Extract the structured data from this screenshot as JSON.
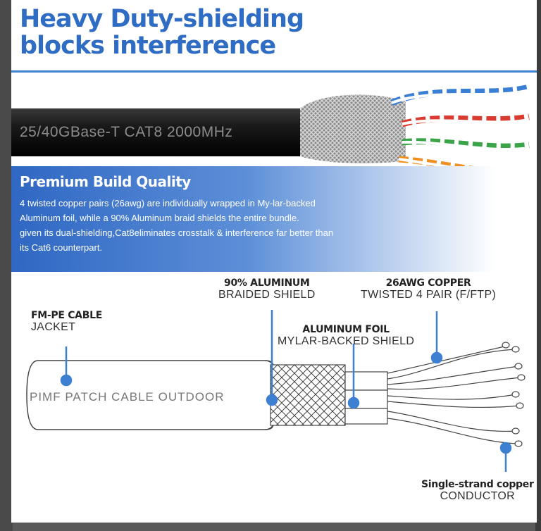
{
  "headline": {
    "line1": "Heavy Duty-shielding",
    "line2": "blocks  interference"
  },
  "cable_print": "25/40GBase-T  CAT8  2000MHz",
  "quality": {
    "title": "Premium Build Quality",
    "para1": "4 twisted copper pairs (26awg) are individually wrapped in My-lar-backed Aluminum foil, while a 90% Aluminum braid shields the entire bundle.",
    "para2": "given its dual-shielding,Cat8eliminates crosstalk & interference far better than its Cat6 counterpart."
  },
  "labels": {
    "jacket_bold": "FM-PE CABLE",
    "jacket": "JACKET",
    "braid_bold": "90% ALUMINUM",
    "braid": "BRAIDED SHIELD",
    "copper_bold": "26AWG COPPER",
    "copper": "TWISTED 4 PAIR (F/FTP)",
    "foil_bold": "ALUMINUM FOIL",
    "foil": "MYLAR-BACKED SHIELD",
    "conductor_bold": "Single-strand copper",
    "conductor": "CONDUCTOR",
    "cable_text": "PIMF  PATCH  CABLE  OUTDOOR"
  },
  "colors": {
    "accent": "#3d7fd0",
    "pairs": [
      "#3a7fd4",
      "#d83c30",
      "#3aa548",
      "#ee8f22"
    ]
  }
}
